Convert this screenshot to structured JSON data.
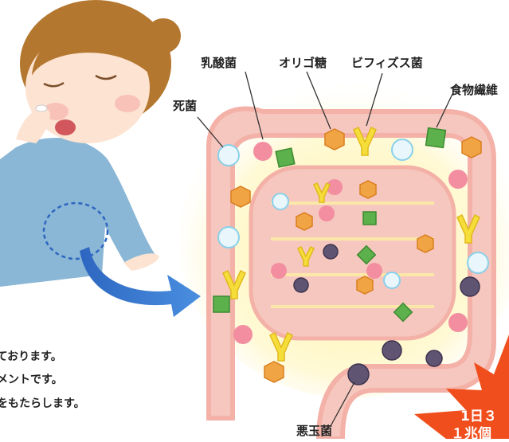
{
  "labels": {
    "lactic": "乳酸菌",
    "oligo": "オリゴ糖",
    "bifidus": "ビフィズス菌",
    "fiber": "食物繊維",
    "dead": "死菌",
    "bad": "悪玉菌"
  },
  "body_lines": [
    "しております。",
    "リメントです。",
    "果をもたらします。"
  ],
  "burst": {
    "line1": "1日３",
    "line2": "１兆個"
  },
  "colors": {
    "intestine": "#f6c7be",
    "intestine_edge": "#f3b1a7",
    "burst": "#f04e1c",
    "arrow": "#3a7bd5"
  }
}
